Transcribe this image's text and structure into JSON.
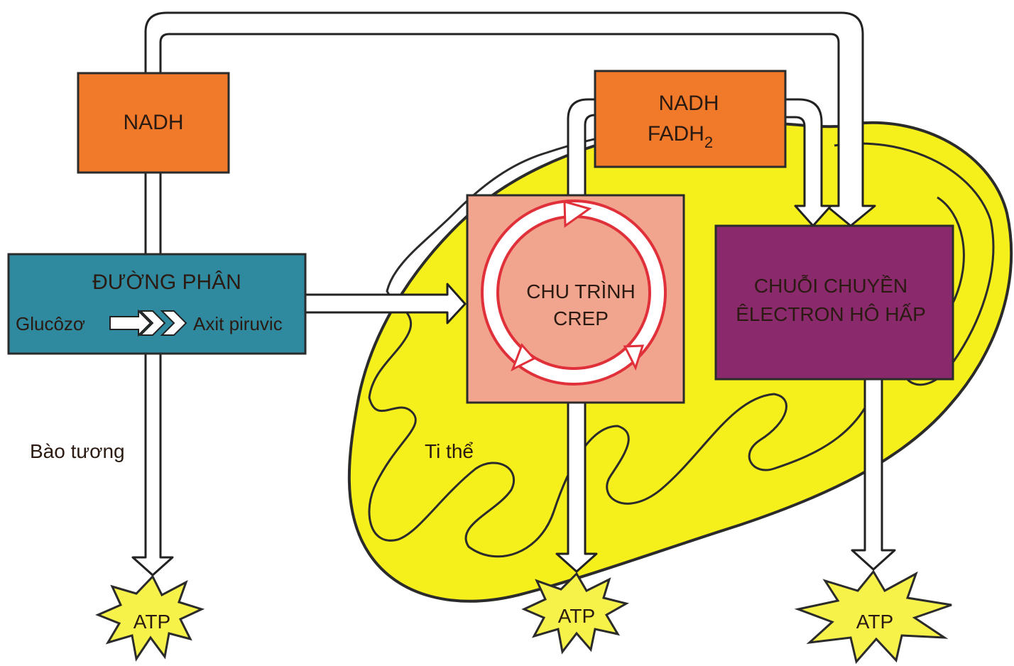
{
  "labels": {
    "nadh_top": "NADH",
    "nadh_mito": "NADH",
    "fadh": "FADH",
    "fadh_sub": "2",
    "glycolysis_title": "ĐƯỜNG PHÂN",
    "glucose": "Glucôzơ",
    "pyruvate": "Axit piruvic",
    "krebs_line1": "CHU TRÌNH",
    "krebs_line2": "CREP",
    "etc_line1": "CHUỖI CHUYỀN",
    "etc_line2": "ÊLECTRON HÔ HẤP",
    "cytosol": "Bào tương",
    "mito": "Ti thể",
    "atp_1": "ATP",
    "atp_2": "ATP",
    "atp_3": "ATP"
  },
  "colors": {
    "nadh_box": "#f07a2a",
    "glycolysis_box": "#2f8aa0",
    "krebs_box": "#f2a58e",
    "krebs_cycle_ring": "#e0303a",
    "etc_box": "#8a2a6c",
    "mitochondrion": "#f5ef1c",
    "atp_burst": "#f7f24a"
  },
  "icons": {
    "cycle": "cycle-arrows-icon",
    "chevrons": "triple-chevron-icon",
    "burst": "starburst-icon"
  }
}
